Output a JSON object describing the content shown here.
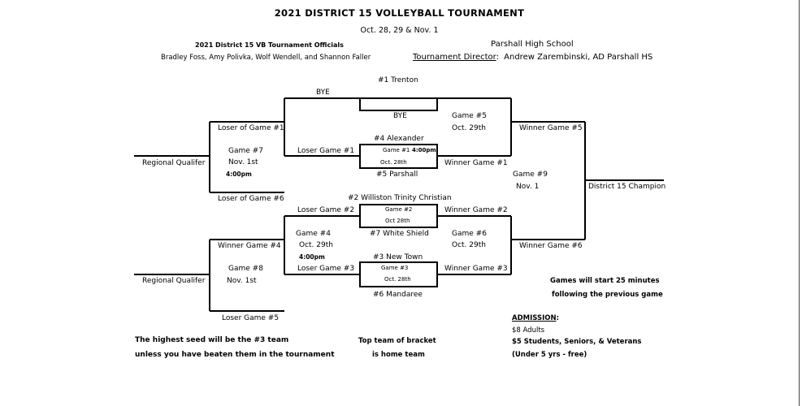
{
  "header": {
    "title": "2021 DISTRICT 15 VOLLEYBALL TOURNAMENT",
    "dates": "Oct. 28, 29 & Nov. 1",
    "officials_heading": "2021 District 15 VB Tournament Officials",
    "officials_names": "Bradley Foss, Amy Polivka, Wolf Wendell, and Shannon Faller",
    "venue": "Parshall High School",
    "director_label": "Tournament Director",
    "director_colon": ":",
    "director_name": "Andrew Zarembinski, AD Parshall HS"
  },
  "teams": {
    "trenton": "#1  Trenton",
    "bye_top": "BYE",
    "bye_inner": "BYE",
    "alexander": "#4  Alexander",
    "parshall": "#5  Parshall",
    "williston": "#2  Williston Trinity Christian",
    "white_shield": "#7  White Shield",
    "new_town": "#3  New Town",
    "mandaree": "#6  Mandaree"
  },
  "games": {
    "game1_label": "Game #1",
    "game1_time": "4:00pm",
    "game1_date": "Oct. 28th",
    "game2_label": "Game #2",
    "game2_date": "Oct 28th",
    "game3_label": "Game #3",
    "game3_date": "Oct. 28th",
    "game4_label": "Game #4",
    "game4_date": "Oct. 29th",
    "game4_time": "4:00pm",
    "game5_label": "Game #5",
    "game5_date": "Oct. 29th",
    "game6_label": "Game #6",
    "game6_date": "Oct. 29th",
    "game7_label": "Game #7",
    "game7_date": "Nov. 1st",
    "game7_time": "4:00pm",
    "game8_label": "Game #8",
    "game8_date": "Nov. 1st",
    "game9_label": "Game #9",
    "game9_date": "Nov. 1"
  },
  "bracket_labels": {
    "loser_game1_top": "Loser of Game #1",
    "loser_game1": "Loser Game #1",
    "loser_game6": "Loser of Game #6",
    "regional_qualifier_1": "Regional Qualifer",
    "regional_qualifier_2": "Regional Qualifer",
    "winner_game1": "Winner Game #1",
    "winner_game5": "Winner Game #5",
    "loser_game2": "Loser Game #2",
    "winner_game2": "Winner Game #2",
    "winner_game4": "Winner Game #4",
    "loser_game3": "Loser Game #3",
    "winner_game3": "Winner Game #3",
    "winner_game6": "Winner Game #6",
    "loser_game5": "Loser Game #5",
    "champion": "District 15 Champion"
  },
  "notes": {
    "start_line1": "Games will start 25 minutes",
    "start_line2": "following the previous game",
    "seed_line1": "The highest seed will be the #3 team",
    "seed_line2": "unless you have beaten them in the tournament",
    "home_line1": "Top team of bracket",
    "home_line2": "is home team",
    "admission_label": "ADMISSION",
    "admission_colon": ":",
    "admission_adults": "$8 Adults",
    "admission_students": "$5 Students, Seniors, & Veterans",
    "admission_children": "(Under 5 yrs - free)"
  }
}
